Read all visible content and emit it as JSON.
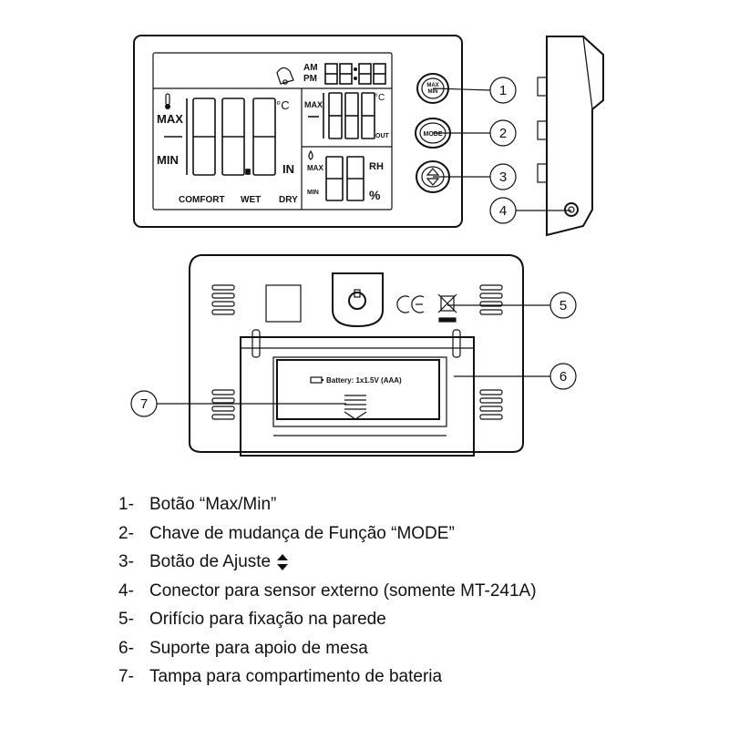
{
  "display": {
    "am": "AM",
    "pm": "PM",
    "max_left": "MAX",
    "min_left": "MIN",
    "deg_c_left": "°C",
    "in_label": "IN",
    "comfort": "COMFORT",
    "wet": "WET",
    "dry": "DRY",
    "max_right": "MAX",
    "deg_c_right": "°C",
    "out_label": "OUT",
    "max_humidity": "MAX",
    "min_humidity": "MIN",
    "rh": "RH",
    "percent": "%"
  },
  "buttons": {
    "max_min": "MAX MIN",
    "max_min_line1": "MAX",
    "max_min_line2": "MIN",
    "mode": "MODE"
  },
  "back": {
    "battery_label": "Battery: 1x1.5V (AAA)"
  },
  "callouts": [
    "1",
    "2",
    "3",
    "4",
    "5",
    "6",
    "7"
  ],
  "legend": [
    {
      "num": "1-",
      "text": "Botão “Max/Min”"
    },
    {
      "num": "2-",
      "text": "Chave de mudança de Função “MODE”"
    },
    {
      "num": "3-",
      "text": "Botão de Ajuste"
    },
    {
      "num": "4-",
      "text": "Conector para sensor externo (somente MT-241A)"
    },
    {
      "num": "5-",
      "text": "Orifício para fixação na parede"
    },
    {
      "num": "6-",
      "text": "Suporte para apoio de mesa"
    },
    {
      "num": "7-",
      "text": "Tampa para compartimento de bateria"
    }
  ]
}
